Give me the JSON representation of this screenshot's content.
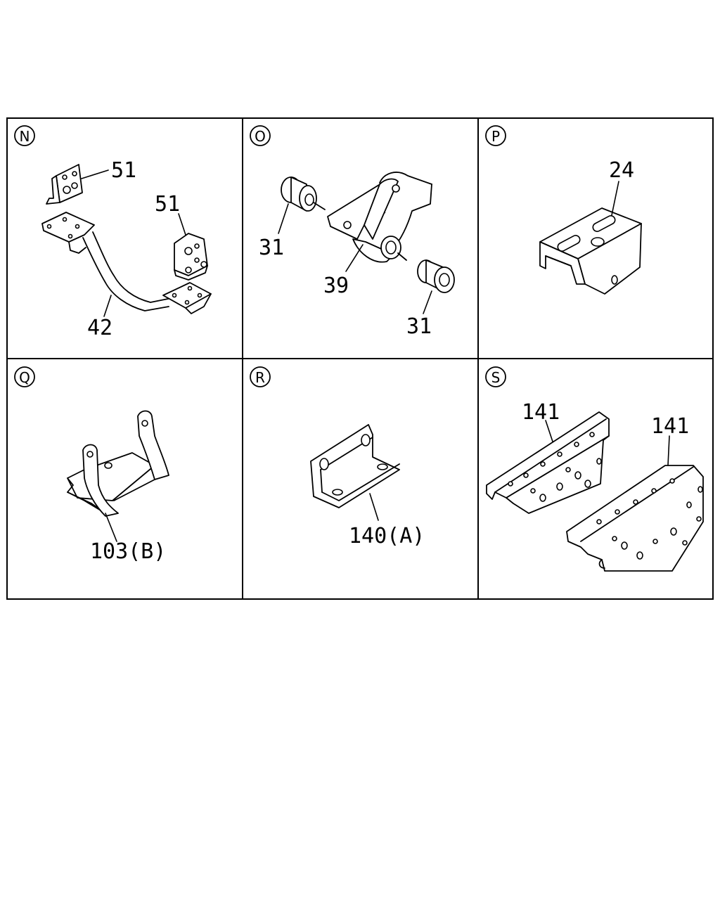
{
  "panels": [
    {
      "id": "N",
      "callouts": [
        "51",
        "51",
        "42"
      ]
    },
    {
      "id": "O",
      "callouts": [
        "31",
        "39",
        "31"
      ]
    },
    {
      "id": "P",
      "callouts": [
        "24"
      ]
    },
    {
      "id": "Q",
      "callouts": [
        "103(B)"
      ]
    },
    {
      "id": "R",
      "callouts": [
        "140(A)"
      ]
    },
    {
      "id": "S",
      "callouts": [
        "141",
        "141"
      ]
    }
  ]
}
